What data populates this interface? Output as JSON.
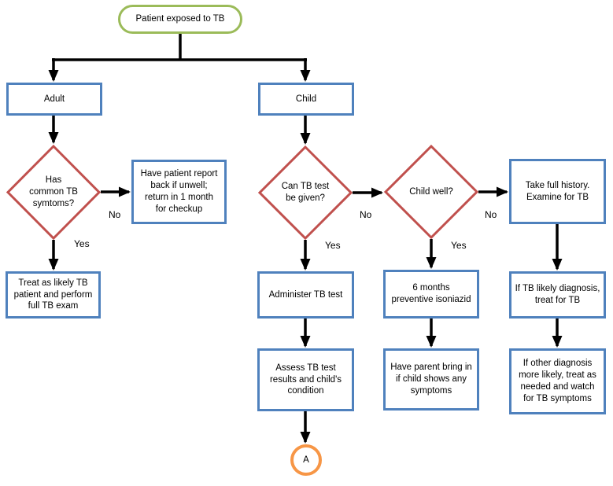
{
  "colors": {
    "process_border": "#4f81bd",
    "decision_border": "#c0504d",
    "terminator_border": "#9bbb59",
    "connector_border": "#f79646",
    "line": "#000000",
    "text": "#000000"
  },
  "nodes": {
    "start": {
      "type": "terminator",
      "label": "Patient exposed to TB"
    },
    "adult": {
      "type": "process",
      "label": "Adult"
    },
    "child": {
      "type": "process",
      "label": "Child"
    },
    "has_symptoms": {
      "type": "decision",
      "label": "Has\ncommon TB\nsymtoms?"
    },
    "report_back": {
      "type": "process",
      "label": "Have patient report\nback if unwell;\nreturn in 1 month\nfor checkup"
    },
    "treat_adult": {
      "type": "process",
      "label": "Treat as likely TB\npatient and perform\nfull TB exam"
    },
    "tb_test": {
      "type": "decision",
      "label": "Can TB test\nbe given?"
    },
    "administer": {
      "type": "process",
      "label": "Administer TB test"
    },
    "assess": {
      "type": "process",
      "label": "Assess TB test\nresults and child's\ncondition"
    },
    "connector_a": {
      "type": "connector",
      "label": "A"
    },
    "child_well": {
      "type": "decision",
      "label": "Child well?"
    },
    "isoniazid": {
      "type": "process",
      "label": "6 months\npreventive isoniazid"
    },
    "parent_bring": {
      "type": "process",
      "label": "Have parent bring in\nif child shows any\nsymptoms"
    },
    "history": {
      "type": "process",
      "label": "Take full history.\nExamine for TB"
    },
    "tb_likely": {
      "type": "process",
      "label": "If TB likely diagnosis,\ntreat for TB"
    },
    "other_diagnosis": {
      "type": "process",
      "label": "If other diagnosis\nmore likely, treat as\nneeded and watch\nfor TB symptoms"
    }
  },
  "edge_labels": {
    "adult_no": "No",
    "adult_yes": "Yes",
    "tb_test_no": "No",
    "tb_test_yes": "Yes",
    "child_well_no": "No",
    "child_well_yes": "Yes"
  }
}
